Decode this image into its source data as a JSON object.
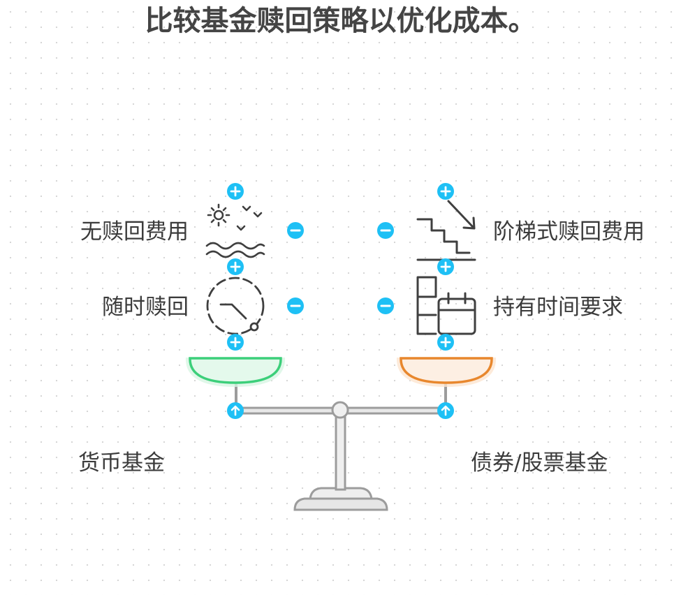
{
  "title": "比较基金赎回策略以优化成本。",
  "left": {
    "name": "货币基金",
    "features": [
      "无赎回费用",
      "随时赎回"
    ]
  },
  "right": {
    "name": "债券/股票基金",
    "features": [
      "阶梯式赎回费用",
      "持有时间要求"
    ]
  },
  "colors": {
    "accent": "#1ec0f5",
    "left_pan": "#3ccf7a",
    "right_pan": "#e8872d",
    "icon": "#3f3f3f",
    "beam": "#9c9c9c"
  },
  "icons": [
    "sun-waves-icon",
    "clock-icon",
    "stairs-down-icon",
    "calendar-icon"
  ]
}
